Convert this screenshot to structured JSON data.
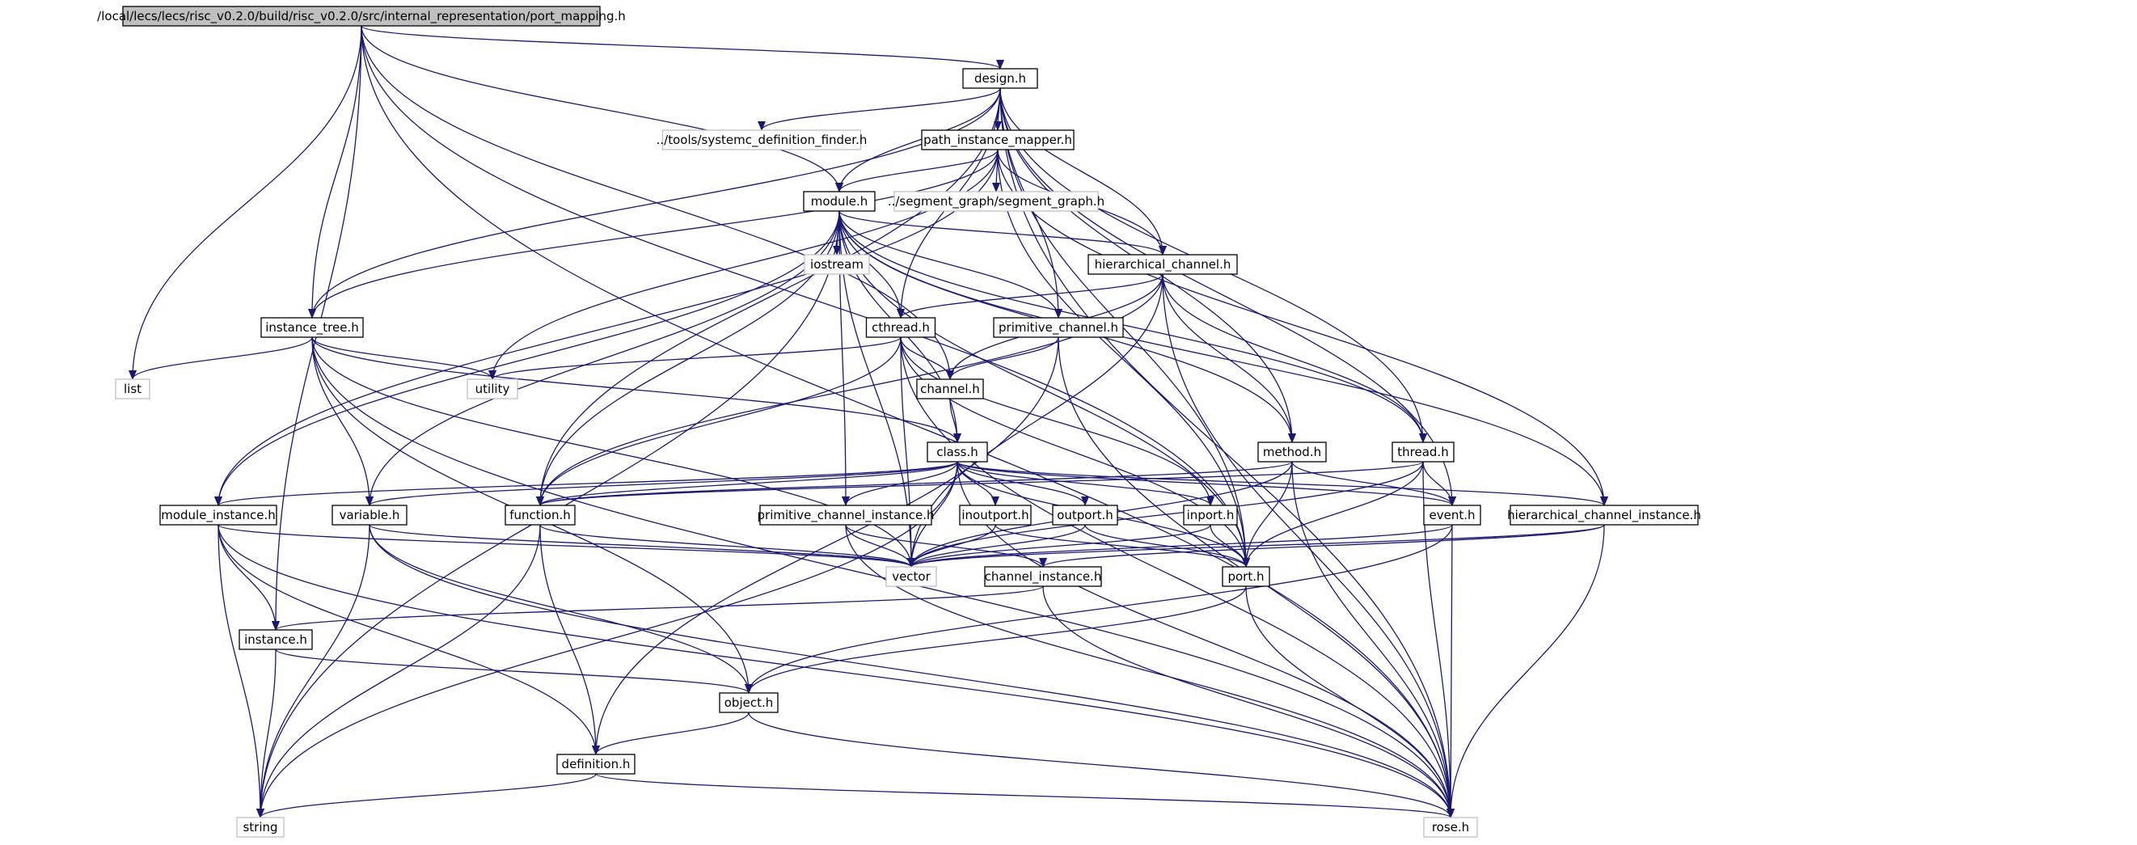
{
  "graph": {
    "root": "/local/lecs/lecs/risc_v0.2.0/build/risc_v0.2.0/src/internal_representation/port_mapping.h",
    "edge_color": "#191970",
    "root_fill": "#bfbfbf",
    "external_border": "#bfbfbf",
    "nodes": [
      {
        "id": "root",
        "label": "/local/lecs/lecs/risc_v0.2.0/build/risc_v0.2.0/src/internal_representation/port_mapping.h",
        "kind": "root"
      },
      {
        "id": "design",
        "label": "design.h",
        "kind": "file"
      },
      {
        "id": "tools_finder",
        "label": "../tools/systemc_definition_finder.h",
        "kind": "external"
      },
      {
        "id": "path_mapper",
        "label": "path_instance_mapper.h",
        "kind": "file"
      },
      {
        "id": "module",
        "label": "module.h",
        "kind": "file"
      },
      {
        "id": "segment_graph",
        "label": "../segment_graph/segment_graph.h",
        "kind": "external"
      },
      {
        "id": "iostream",
        "label": "iostream",
        "kind": "external"
      },
      {
        "id": "hier_channel",
        "label": "hierarchical_channel.h",
        "kind": "file"
      },
      {
        "id": "instance_tree",
        "label": "instance_tree.h",
        "kind": "file"
      },
      {
        "id": "cthread",
        "label": "cthread.h",
        "kind": "file"
      },
      {
        "id": "prim_channel",
        "label": "primitive_channel.h",
        "kind": "file"
      },
      {
        "id": "list",
        "label": "list",
        "kind": "external"
      },
      {
        "id": "utility",
        "label": "utility",
        "kind": "external"
      },
      {
        "id": "channel",
        "label": "channel.h",
        "kind": "file"
      },
      {
        "id": "class",
        "label": "class.h",
        "kind": "file"
      },
      {
        "id": "method",
        "label": "method.h",
        "kind": "file"
      },
      {
        "id": "thread",
        "label": "thread.h",
        "kind": "file"
      },
      {
        "id": "module_instance",
        "label": "module_instance.h",
        "kind": "file"
      },
      {
        "id": "variable",
        "label": "variable.h",
        "kind": "file"
      },
      {
        "id": "function",
        "label": "function.h",
        "kind": "file"
      },
      {
        "id": "prim_channel_instance",
        "label": "primitive_channel_instance.h",
        "kind": "file"
      },
      {
        "id": "inoutport",
        "label": "inoutport.h",
        "kind": "file"
      },
      {
        "id": "outport",
        "label": "outport.h",
        "kind": "file"
      },
      {
        "id": "inport",
        "label": "inport.h",
        "kind": "file"
      },
      {
        "id": "event",
        "label": "event.h",
        "kind": "file"
      },
      {
        "id": "hier_channel_instance",
        "label": "hierarchical_channel_instance.h",
        "kind": "file"
      },
      {
        "id": "vector",
        "label": "vector",
        "kind": "external"
      },
      {
        "id": "channel_instance",
        "label": "channel_instance.h",
        "kind": "file"
      },
      {
        "id": "port",
        "label": "port.h",
        "kind": "file"
      },
      {
        "id": "instance",
        "label": "instance.h",
        "kind": "file"
      },
      {
        "id": "object",
        "label": "object.h",
        "kind": "file"
      },
      {
        "id": "definition",
        "label": "definition.h",
        "kind": "file"
      },
      {
        "id": "string",
        "label": "string",
        "kind": "external"
      },
      {
        "id": "rose",
        "label": "rose.h",
        "kind": "external"
      }
    ],
    "edges": [
      [
        "root",
        "design"
      ],
      [
        "root",
        "list"
      ],
      [
        "root",
        "instance_tree"
      ],
      [
        "root",
        "channel"
      ],
      [
        "root",
        "module"
      ],
      [
        "root",
        "instance"
      ],
      [
        "root",
        "port"
      ],
      [
        "root",
        "rose"
      ],
      [
        "design",
        "tools_finder"
      ],
      [
        "design",
        "path_mapper"
      ],
      [
        "design",
        "module"
      ],
      [
        "design",
        "hier_channel"
      ],
      [
        "design",
        "instance_tree"
      ],
      [
        "design",
        "cthread"
      ],
      [
        "design",
        "prim_channel"
      ],
      [
        "design",
        "method"
      ],
      [
        "design",
        "thread"
      ],
      [
        "design",
        "event"
      ],
      [
        "design",
        "function"
      ],
      [
        "design",
        "port"
      ],
      [
        "design",
        "rose"
      ],
      [
        "path_mapper",
        "module"
      ],
      [
        "path_mapper",
        "segment_graph"
      ],
      [
        "path_mapper",
        "hier_channel"
      ],
      [
        "path_mapper",
        "instance_tree"
      ],
      [
        "path_mapper",
        "module_instance"
      ],
      [
        "path_mapper",
        "utility"
      ],
      [
        "path_mapper",
        "hier_channel_instance"
      ],
      [
        "path_mapper",
        "port"
      ],
      [
        "module",
        "iostream"
      ],
      [
        "module",
        "hier_channel"
      ],
      [
        "module",
        "cthread"
      ],
      [
        "module",
        "prim_channel"
      ],
      [
        "module",
        "class"
      ],
      [
        "module",
        "method"
      ],
      [
        "module",
        "thread"
      ],
      [
        "module",
        "hier_channel_instance"
      ],
      [
        "module",
        "prim_channel_instance"
      ],
      [
        "module",
        "function"
      ],
      [
        "module",
        "variable"
      ],
      [
        "module",
        "module_instance"
      ],
      [
        "module",
        "vector"
      ],
      [
        "module",
        "string"
      ],
      [
        "module",
        "port"
      ],
      [
        "hier_channel",
        "cthread"
      ],
      [
        "hier_channel",
        "channel"
      ],
      [
        "hier_channel",
        "method"
      ],
      [
        "hier_channel",
        "thread"
      ],
      [
        "hier_channel",
        "function"
      ],
      [
        "hier_channel",
        "vector"
      ],
      [
        "hier_channel",
        "rose"
      ],
      [
        "instance_tree",
        "list"
      ],
      [
        "instance_tree",
        "utility"
      ],
      [
        "instance_tree",
        "class"
      ],
      [
        "instance_tree",
        "variable"
      ],
      [
        "instance_tree",
        "vector"
      ],
      [
        "instance_tree",
        "object"
      ],
      [
        "instance_tree",
        "rose"
      ],
      [
        "cthread",
        "utility"
      ],
      [
        "cthread",
        "channel"
      ],
      [
        "cthread",
        "function"
      ],
      [
        "cthread",
        "inport"
      ],
      [
        "cthread",
        "vector"
      ],
      [
        "cthread",
        "port"
      ],
      [
        "cthread",
        "rose"
      ],
      [
        "prim_channel",
        "channel"
      ],
      [
        "prim_channel",
        "definition"
      ],
      [
        "prim_channel",
        "rose"
      ],
      [
        "channel",
        "class"
      ],
      [
        "class",
        "module_instance"
      ],
      [
        "class",
        "variable"
      ],
      [
        "class",
        "function"
      ],
      [
        "class",
        "prim_channel_instance"
      ],
      [
        "class",
        "inoutport"
      ],
      [
        "class",
        "outport"
      ],
      [
        "class",
        "inport"
      ],
      [
        "class",
        "event"
      ],
      [
        "class",
        "hier_channel_instance"
      ],
      [
        "class",
        "vector"
      ],
      [
        "class",
        "string"
      ],
      [
        "class",
        "rose"
      ],
      [
        "class",
        "port"
      ],
      [
        "method",
        "function"
      ],
      [
        "method",
        "event"
      ],
      [
        "method",
        "vector"
      ],
      [
        "method",
        "port"
      ],
      [
        "method",
        "rose"
      ],
      [
        "thread",
        "function"
      ],
      [
        "thread",
        "event"
      ],
      [
        "thread",
        "vector"
      ],
      [
        "thread",
        "port"
      ],
      [
        "thread",
        "rose"
      ],
      [
        "module_instance",
        "instance"
      ],
      [
        "module_instance",
        "vector"
      ],
      [
        "module_instance",
        "definition"
      ],
      [
        "module_instance",
        "string"
      ],
      [
        "module_instance",
        "rose"
      ],
      [
        "variable",
        "vector"
      ],
      [
        "variable",
        "object"
      ],
      [
        "variable",
        "string"
      ],
      [
        "variable",
        "rose"
      ],
      [
        "function",
        "vector"
      ],
      [
        "function",
        "definition"
      ],
      [
        "function",
        "string"
      ],
      [
        "prim_channel_instance",
        "vector"
      ],
      [
        "prim_channel_instance",
        "channel_instance"
      ],
      [
        "prim_channel_instance",
        "rose"
      ],
      [
        "inoutport",
        "vector"
      ],
      [
        "inoutport",
        "port"
      ],
      [
        "outport",
        "vector"
      ],
      [
        "outport",
        "port"
      ],
      [
        "inport",
        "vector"
      ],
      [
        "inport",
        "port"
      ],
      [
        "event",
        "vector"
      ],
      [
        "event",
        "object"
      ],
      [
        "event",
        "rose"
      ],
      [
        "hier_channel_instance",
        "channel_instance"
      ],
      [
        "hier_channel_instance",
        "vector"
      ],
      [
        "hier_channel_instance",
        "rose"
      ],
      [
        "channel_instance",
        "instance"
      ],
      [
        "channel_instance",
        "rose"
      ],
      [
        "port",
        "object"
      ],
      [
        "port",
        "rose"
      ],
      [
        "instance",
        "object"
      ],
      [
        "instance",
        "string"
      ],
      [
        "object",
        "definition"
      ],
      [
        "object",
        "rose"
      ],
      [
        "definition",
        "string"
      ],
      [
        "definition",
        "rose"
      ]
    ]
  }
}
